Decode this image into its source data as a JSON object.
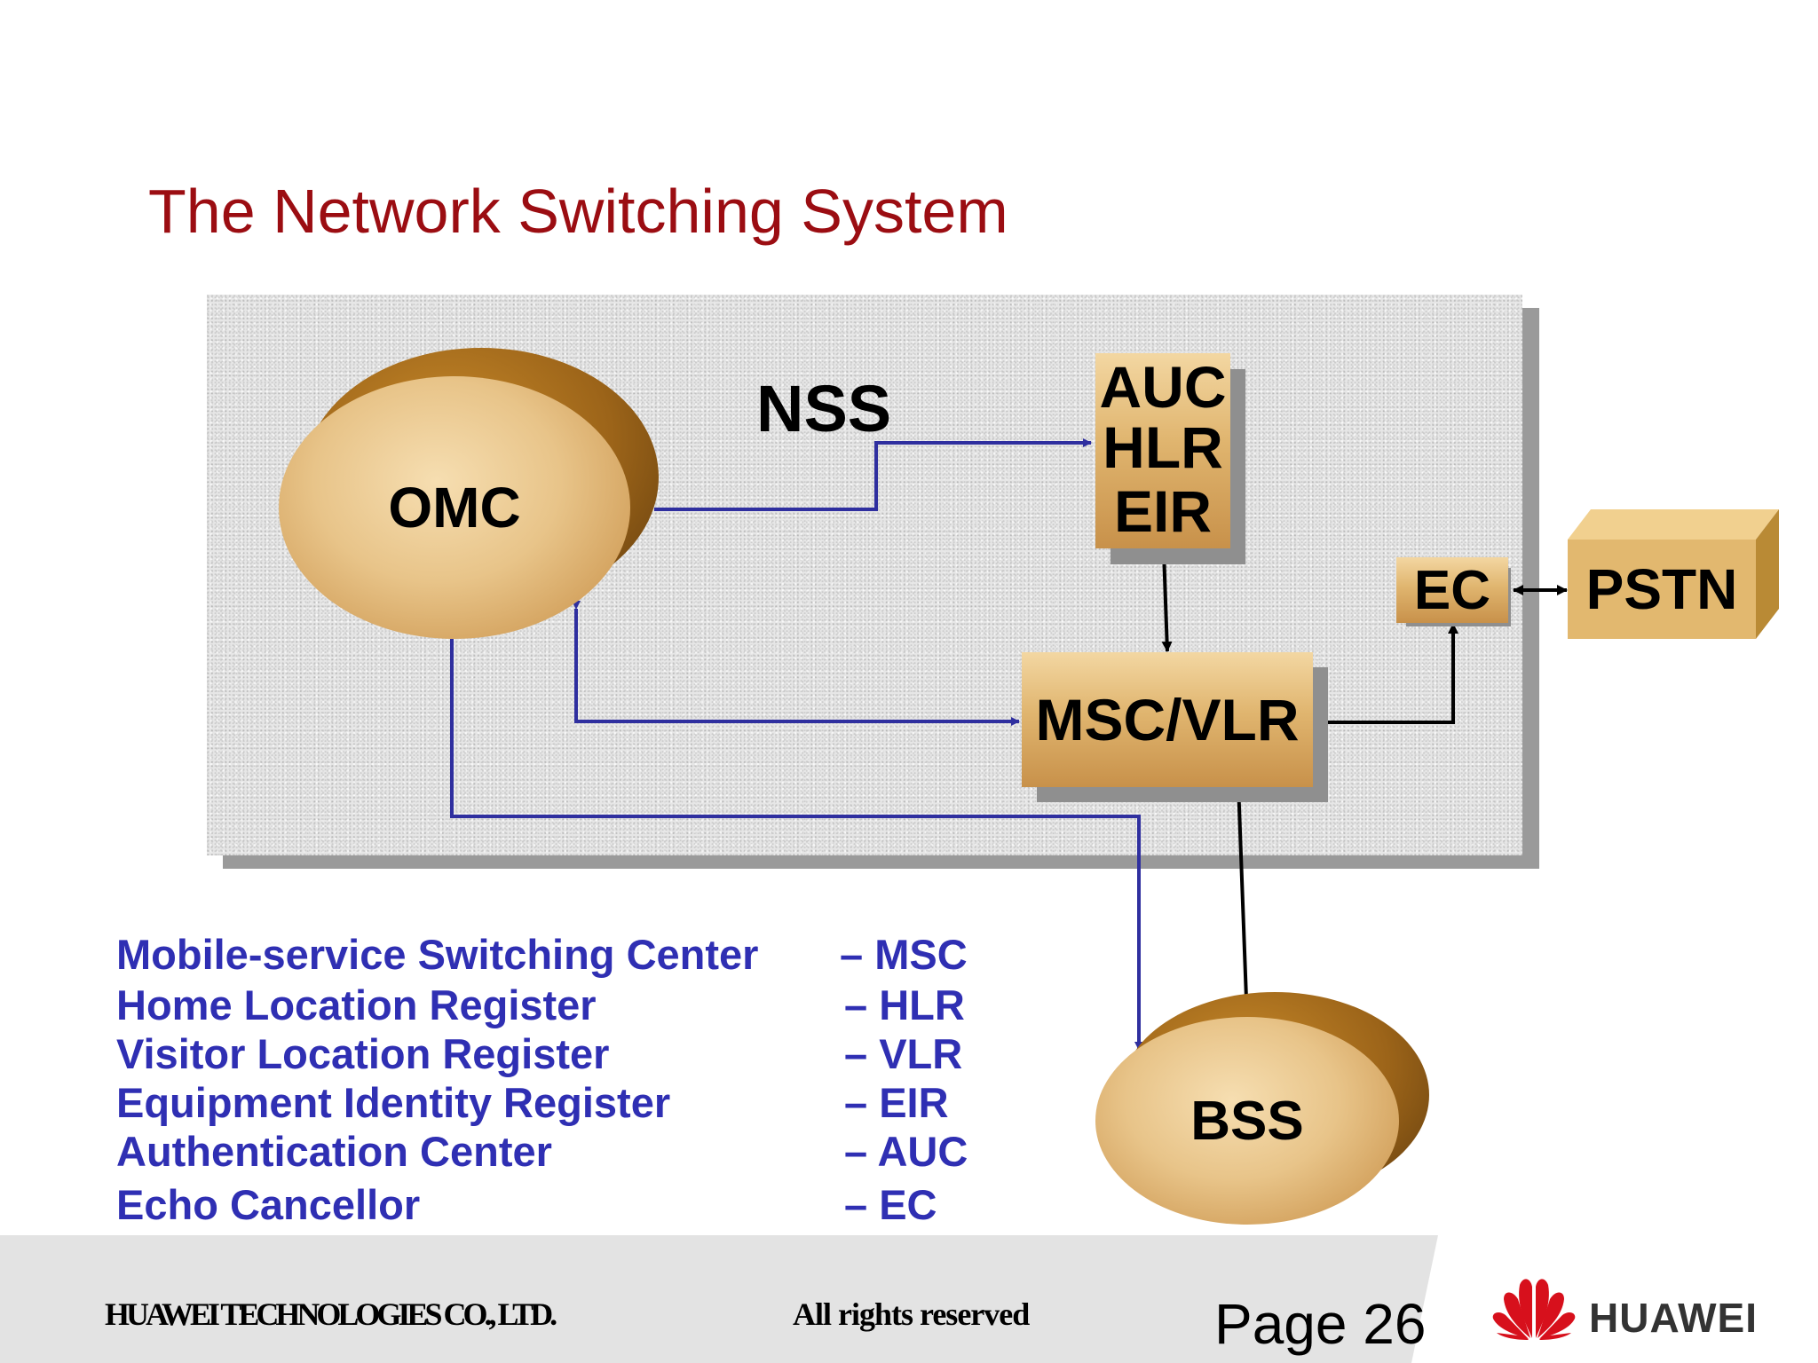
{
  "slide": {
    "title": "The Network Switching System"
  },
  "diagram": {
    "group_label": "NSS",
    "nodes": {
      "omc": "OMC",
      "auc": "AUC",
      "hlr": "HLR",
      "eir": "EIR",
      "msc_vlr": "MSC/VLR",
      "ec": "EC",
      "pstn": "PSTN",
      "bss": "BSS"
    },
    "colors": {
      "title": "#9b0d12",
      "legend_text": "#2f2fb3",
      "blue_connector": "#2f2f9f",
      "black_connector": "#000000",
      "node_fill": "#e0b56f"
    }
  },
  "legend": [
    {
      "term": "Mobile-service Switching Center",
      "abbr": "–  MSC"
    },
    {
      "term": "Home Location Register",
      "abbr": "– HLR"
    },
    {
      "term": "Visitor Location Register",
      "abbr": "– VLR"
    },
    {
      "term": "Equipment Identity Register",
      "abbr": "– EIR"
    },
    {
      "term": "Authentication Center",
      "abbr": "– AUC"
    },
    {
      "term": "Echo Cancellor",
      "abbr": "– EC"
    }
  ],
  "footer": {
    "company": "HUAWEI TECHNOLOGIES CO., LTD.",
    "rights": "All rights reserved",
    "page": "Page 26",
    "brand": "HUAWEI",
    "brand_icon": "huawei-petal-logo"
  }
}
